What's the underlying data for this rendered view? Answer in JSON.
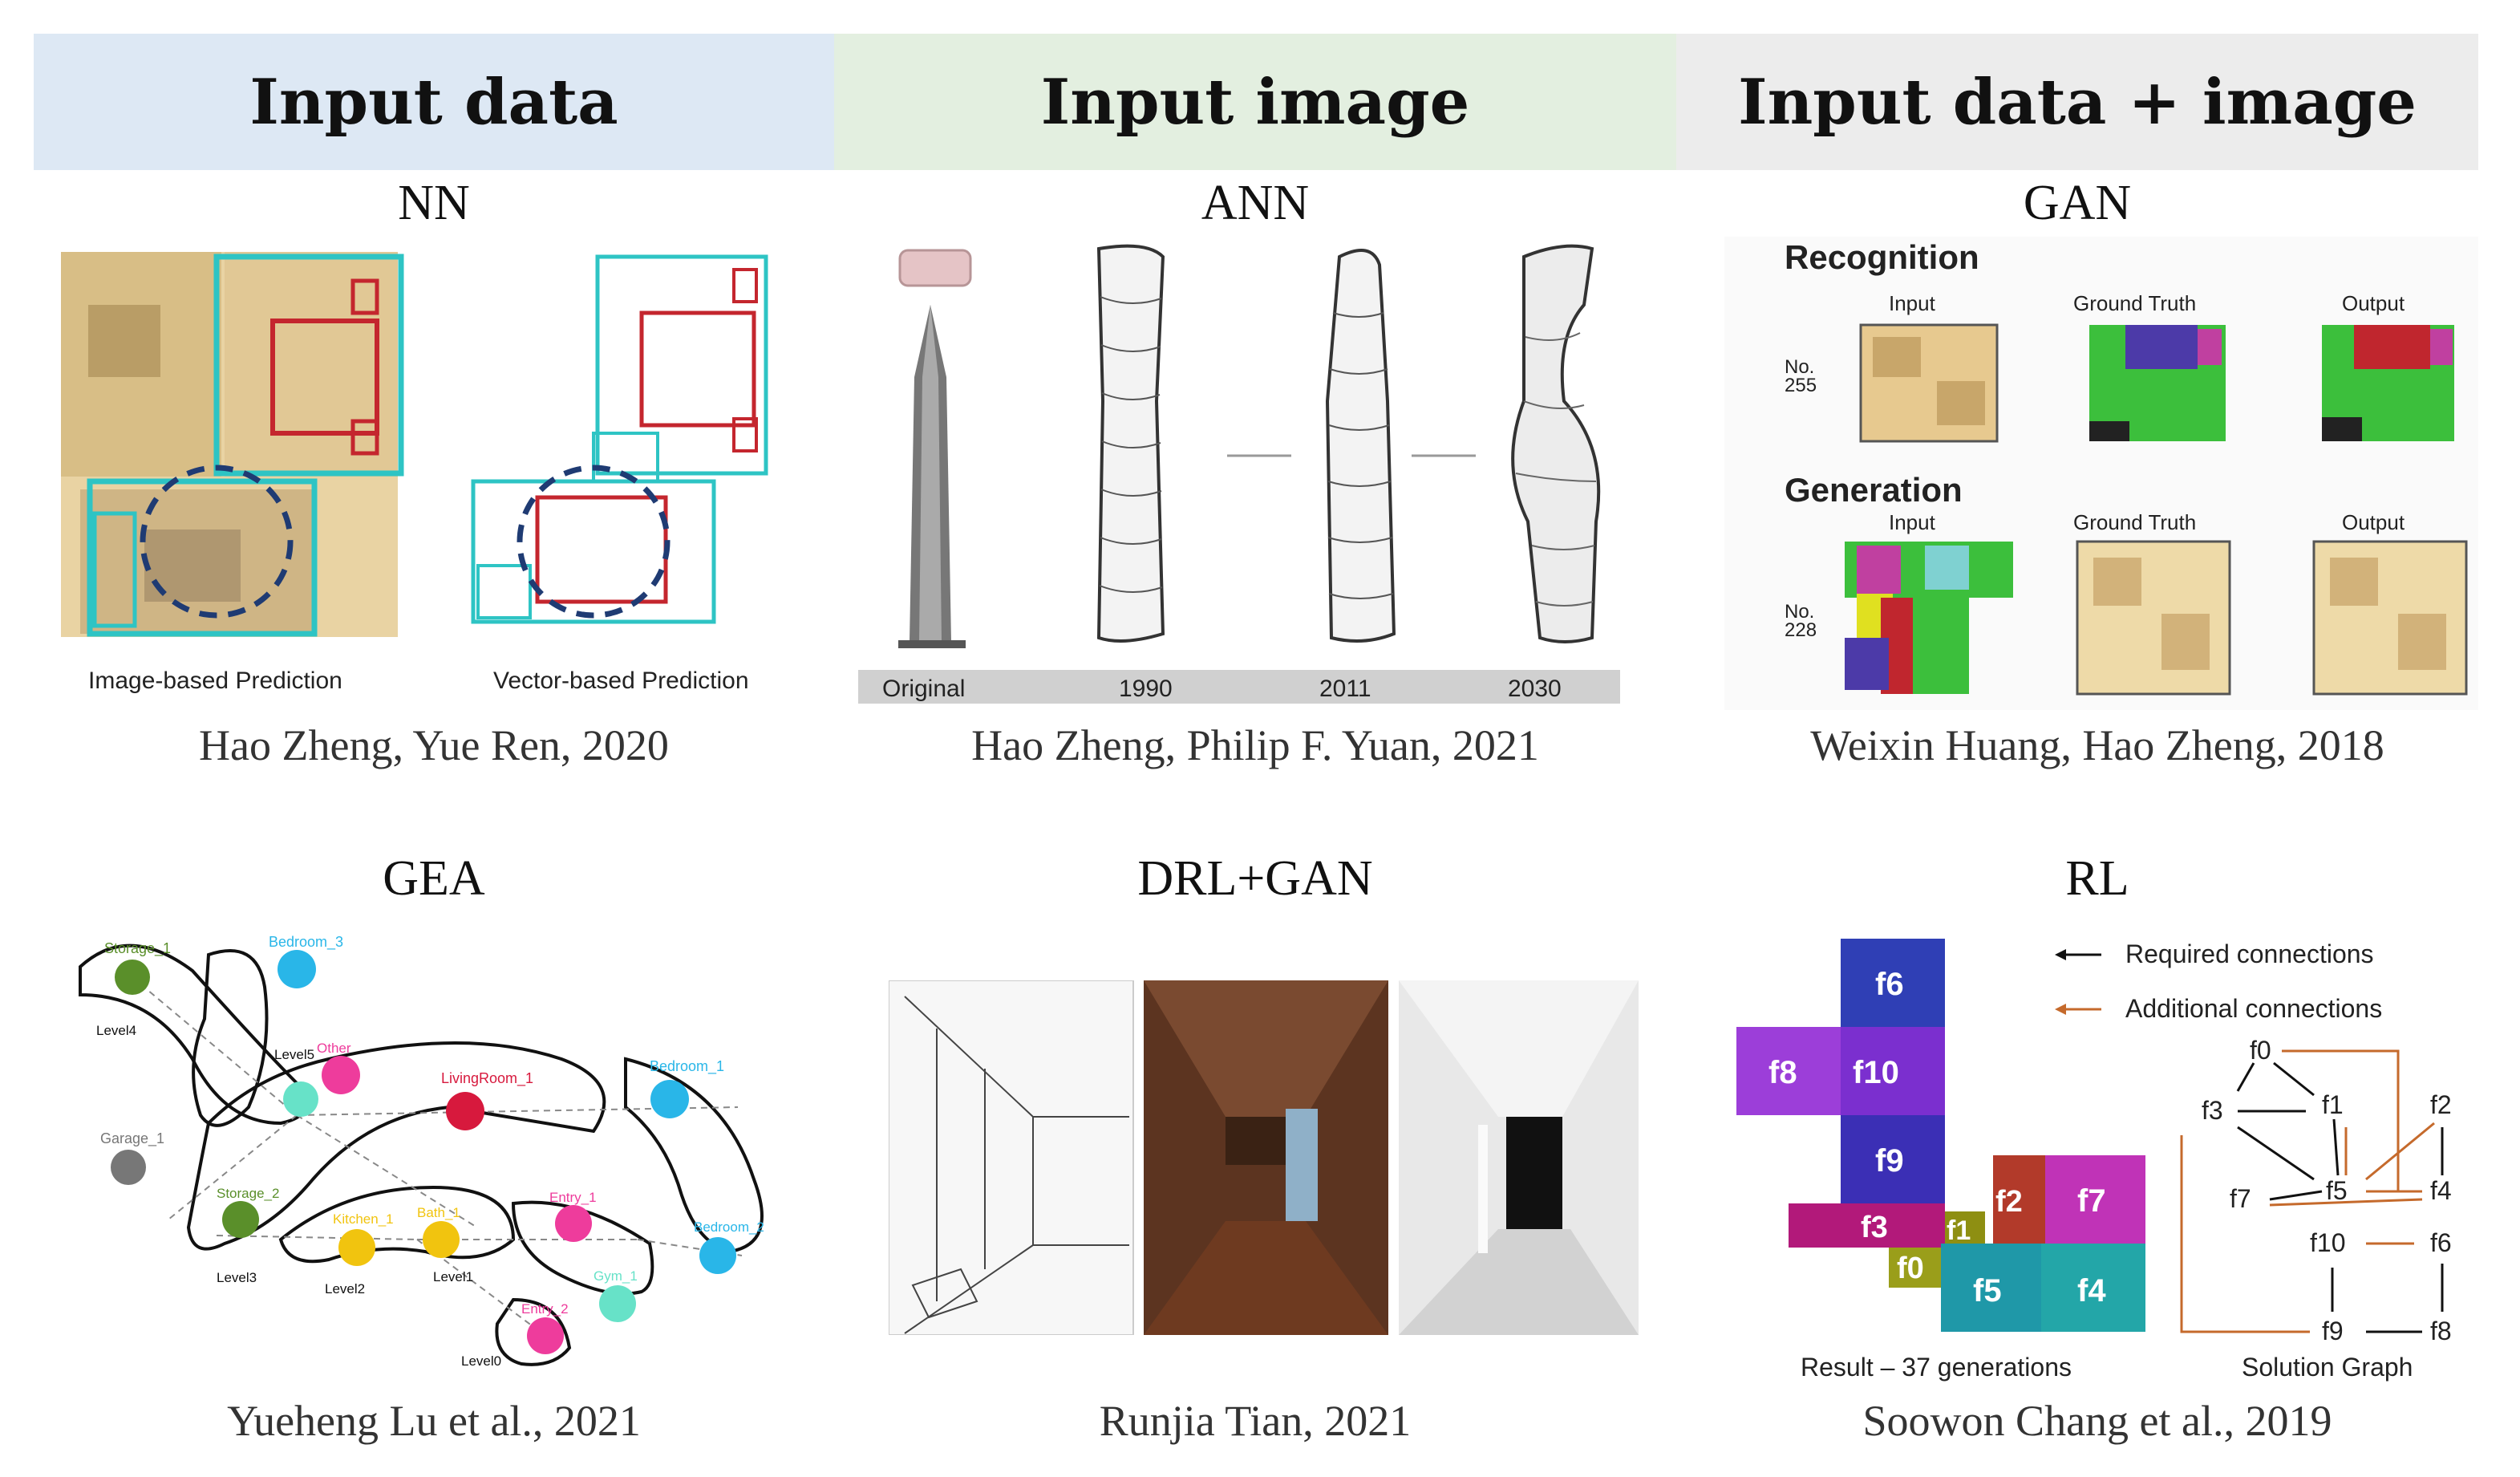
{
  "headers": {
    "col1": "Input data",
    "col2": "Input image",
    "col3": "Input data + image"
  },
  "top": {
    "nn": {
      "method": "NN",
      "label_left": "Image-based Prediction",
      "label_right": "Vector-based Prediction",
      "citation": "Hao Zheng, Yue Ren, 2020"
    },
    "ann": {
      "method": "ANN",
      "labels": [
        "Original",
        "1990",
        "2011",
        "2030"
      ],
      "citation": "Hao Zheng, Philip F. Yuan, 2021"
    },
    "gan": {
      "method": "GAN",
      "recognition": "Recognition",
      "generation": "Generation",
      "col_input": "Input",
      "col_gt": "Ground Truth",
      "col_output": "Output",
      "no_label": "No.",
      "no1": "255",
      "no2": "228",
      "citation": "Weixin Huang, Hao Zheng, 2018"
    }
  },
  "bottom": {
    "gea": {
      "method": "GEA",
      "nodes": [
        "Storage_1",
        "Bedroom_3",
        "Level4",
        "Level5",
        "Other",
        "LivingRoom_1",
        "Bedroom_1",
        "Garage_1",
        "Storage_2",
        "Kitchen_1",
        "Bath_1",
        "Entry_1",
        "Bedroom_2",
        "Gym_1",
        "Level3",
        "Level2",
        "Level1",
        "Entry_2",
        "Level0"
      ],
      "citation": "Yueheng Lu et al., 2021"
    },
    "drl": {
      "method": "DRL+GAN",
      "citation": "Runjia Tian, 2021"
    },
    "rl": {
      "method": "RL",
      "legend_required": "Required connections",
      "legend_additional": "Additional connections",
      "blocks": [
        "f6",
        "f8",
        "f10",
        "f9",
        "f2",
        "f7",
        "f3",
        "f1",
        "f0",
        "f5",
        "f4"
      ],
      "graph_nodes": [
        "f0",
        "f1",
        "f2",
        "f3",
        "f4",
        "f5",
        "f6",
        "f7",
        "f8",
        "f9",
        "f10"
      ],
      "caption_left": "Result – 37 generations",
      "caption_right": "Solution Graph",
      "citation": "Soowon Chang et al., 2019"
    }
  },
  "colors": {
    "col1_bg": "#dde8f4",
    "col2_bg": "#e3efe0",
    "col3_bg": "#ececec",
    "teal": "#2ec4c4",
    "red": "#c4262e",
    "navy": "#1f3b73"
  }
}
